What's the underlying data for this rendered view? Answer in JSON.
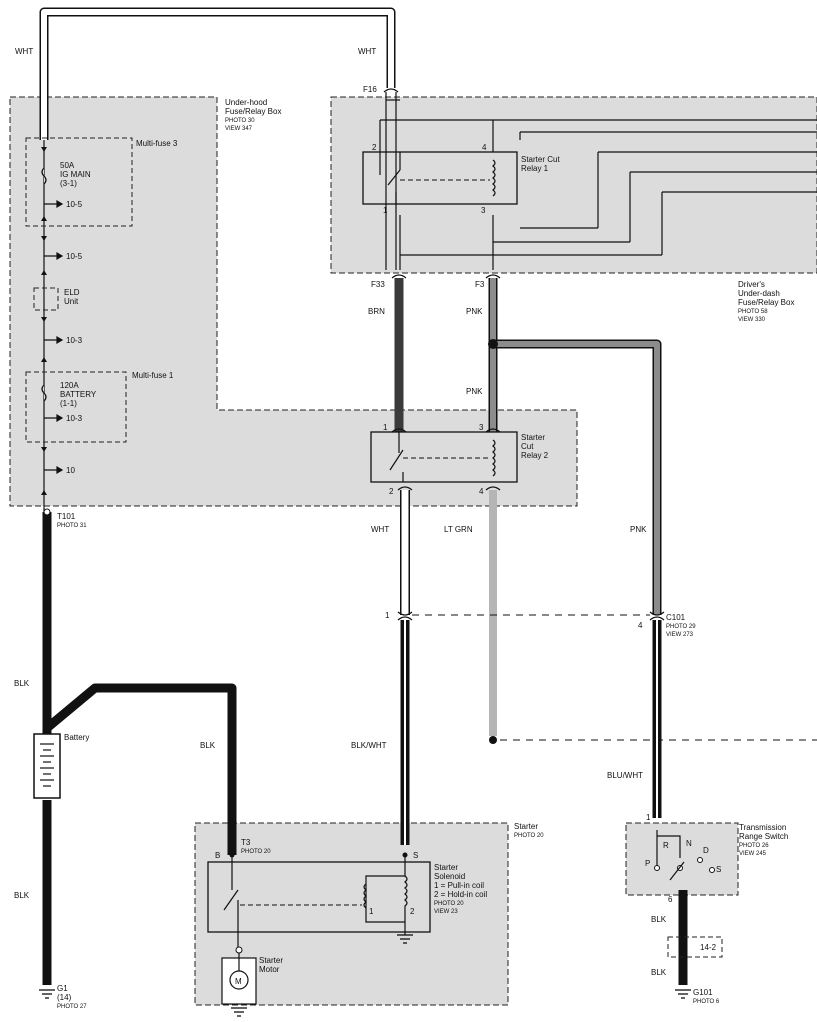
{
  "wires": {
    "wht_top_left": "WHT",
    "wht_top_right": "WHT",
    "brn": "BRN",
    "pnk_upper": "PNK",
    "pnk_lower": "PNK",
    "pnk_right": "PNK",
    "wht_mid": "WHT",
    "lt_grn": "LT GRN",
    "blk_upper": "BLK",
    "blk_mid": "BLK",
    "blk_lower": "BLK",
    "blk_wht": "BLK/WHT",
    "blu_wht": "BLU/WHT",
    "blk_trs_upper": "BLK",
    "blk_trs_lower": "BLK"
  },
  "underhood": {
    "title_1": "Under-hood",
    "title_2": "Fuse/Relay Box",
    "photo": "PHOTO 30",
    "view": "VIEW 347",
    "multifuse3": "Multi-fuse 3",
    "fuse50_1": "50A",
    "fuse50_2": "IG MAIN",
    "fuse50_3": "(3-1)",
    "ref_105a": "10-5",
    "ref_105b": "10-5",
    "eld_1": "ELD",
    "eld_2": "Unit",
    "ref_103a": "10-3",
    "multifuse1": "Multi-fuse 1",
    "fuse120_1": "120A",
    "fuse120_2": "BATTERY",
    "fuse120_3": "(1-1)",
    "ref_103b": "10-3",
    "ref_10": "10"
  },
  "underdash": {
    "title_1": "Driver's",
    "title_2": "Under-dash",
    "title_3": "Fuse/Relay Box",
    "photo": "PHOTO 58",
    "view": "VIEW 330",
    "f16": "F16",
    "f33": "F33",
    "f3": "F3"
  },
  "relay1": {
    "title_1": "Starter Cut",
    "title_2": "Relay 1",
    "pin2": "2",
    "pin4": "4",
    "pin1": "1",
    "pin3": "3"
  },
  "relay2": {
    "title_1": "Starter",
    "title_2": "Cut",
    "title_3": "Relay 2",
    "pin1": "1",
    "pin3": "3",
    "pin2": "2",
    "pin4": "4"
  },
  "connectors": {
    "t101": "T101",
    "t101_photo": "PHOTO 31",
    "c101": "C101",
    "c101_photo": "PHOTO 29",
    "c101_view": "VIEW 273",
    "c101_pin1": "1",
    "c101_pin4": "4",
    "t3": "T3",
    "t3_photo": "PHOTO 20"
  },
  "battery": {
    "label": "Battery"
  },
  "starter": {
    "title": "Starter",
    "photo": "PHOTO 20",
    "b": "B",
    "s": "S",
    "sol_1": "Starter",
    "sol_2": "Solenoid",
    "sol_3": "1 = Pull-in coil",
    "sol_4": "2 = Hold-in coil",
    "sol_photo": "PHOTO 20",
    "sol_view": "VIEW 23",
    "coil1": "1",
    "coil2": "2",
    "motor_1": "Starter",
    "motor_2": "Motor",
    "m": "M"
  },
  "trs": {
    "title_1": "Transmission",
    "title_2": "Range Switch",
    "photo": "PHOTO 26",
    "view": "VIEW 245",
    "pin1": "1",
    "pin6": "6",
    "r": "R",
    "n": "N",
    "d": "D",
    "p": "P",
    "s": "S",
    "ref": "14-2"
  },
  "grounds": {
    "g1": "G1",
    "g1_num": "(14)",
    "g1_photo": "PHOTO 27",
    "g101": "G101",
    "g101_photo": "PHOTO 6"
  },
  "colors": {
    "box_fill": "#dcdcdc",
    "wire_brn": "#3a3a3a",
    "wire_pnk": "#8c8c8c",
    "wire_ltgrn": "#b5b5b5",
    "wire_blk": "#111111"
  }
}
